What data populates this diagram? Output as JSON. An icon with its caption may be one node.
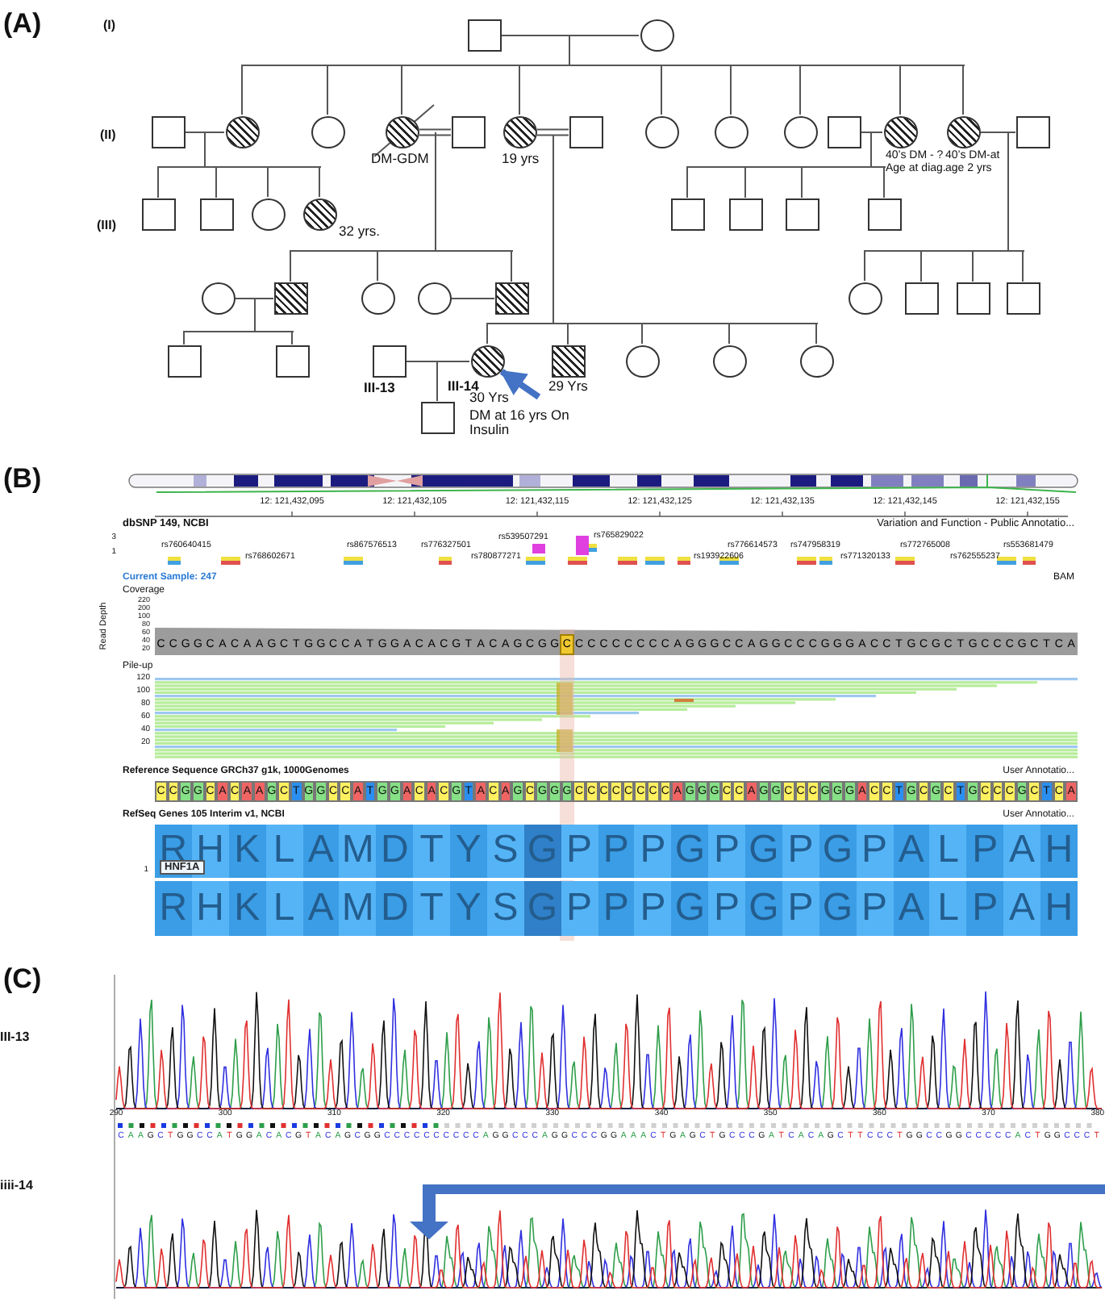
{
  "diagram": {
    "nodes": [
      {
        "text": [],
        "shape": "box"
      },
      {
        "text": [],
        "shape": "circle"
      },
      {
        "text": [],
        "shape": "box"
      },
      {
        "text": [],
        "shape": "circle"
      },
      {
        "text": [],
        "shape": "circle"
      },
      {
        "text": [],
        "shape": "circle",
        "beside": [
          "DM-GDM"
        ]
      },
      {
        "text": [],
        "shape": "box"
      },
      {
        "text": [],
        "shape": "circle",
        "beside": [
          "19 yrs"
        ]
      },
      {
        "text": [],
        "shape": "box"
      },
      {
        "text": [],
        "shape": "circle"
      },
      {
        "text": [],
        "shape": "circle"
      },
      {
        "text": [],
        "shape": "circle"
      },
      {
        "text": [],
        "shape": "box"
      },
      {
        "text": [],
        "shape": "circle",
        "beside": [
          "40’s DM - ? Age at diag."
        ]
      },
      {
        "text": [],
        "shape": "circle",
        "beside": [
          "40’s DM-at age 2 yrs"
        ]
      },
      {
        "text": [],
        "shape": "box"
      },
      {
        "text": [],
        "shape": "box"
      },
      {
        "text": [],
        "shape": "box"
      },
      {
        "text": [],
        "shape": "circle"
      },
      {
        "text": [],
        "shape": "circle",
        "beside": [
          "32 yrs."
        ]
      },
      {
        "text": [],
        "shape": "box"
      },
      {
        "text": [],
        "shape": "box"
      },
      {
        "text": [],
        "shape": "box"
      },
      {
        "text": [],
        "shape": "box"
      },
      {
        "text": [],
        "shape": "circle"
      },
      {
        "text": [],
        "shape": "box"
      },
      {
        "text": [],
        "shape": "circle"
      },
      {
        "text": [],
        "shape": "circle"
      },
      {
        "text": [],
        "shape": "box"
      },
      {
        "text": [],
        "shape": "circle"
      },
      {
        "text": [],
        "shape": "box"
      },
      {
        "text": [],
        "shape": "box"
      },
      {
        "text": [],
        "shape": "box"
      },
      {
        "text": [],
        "shape": "box"
      },
      {
        "text": [],
        "shape": "box"
      },
      {
        "text": [
          "III-13"
        ]
      },
      {
        "text": [
          "III-14"
        ],
        "beside": [
          "30 Yrs",
          "DM at 16 yrs On Insulin"
        ]
      },
      {
        "text": [],
        "shape": "box",
        "beside": [
          "29 Yrs"
        ]
      },
      {
        "text": [],
        "shape": "circle"
      },
      {
        "text": [],
        "shape": "circle"
      },
      {
        "text": [],
        "shape": "circle"
      },
      {
        "text": [],
        "shape": "box"
      },
      {
        "text": [],
        "shape": "bar"
      },
      {
        "text": [],
        "shape": "bar"
      },
      {
        "text": [],
        "shape": "bar"
      },
      {
        "text": [],
        "shape": "bar"
      },
      {
        "text": [],
        "shape": "bar"
      },
      {
        "text": [],
        "shape": "bar"
      },
      {
        "text": [],
        "shape": "bar"
      }
    ],
    "edges": [
      {
        "from": 0,
        "to": 1,
        "arrow": "none"
      },
      {
        "from": 2,
        "to": 3,
        "arrow": "none"
      },
      {
        "from": 5,
        "to": 6,
        "arrow": "none"
      },
      {
        "from": 7,
        "to": 8,
        "arrow": "none"
      },
      {
        "from": 12,
        "to": 13,
        "arrow": "none"
      },
      {
        "from": 14,
        "to": 15,
        "arrow": "none"
      },
      {
        "from": 24,
        "to": 25,
        "arrow": "none"
      },
      {
        "from": 27,
        "to": 28,
        "arrow": "none"
      },
      {
        "from": 35,
        "to": 36,
        "arrow": "none"
      },
      {
        "from": null,
        "to": 36,
        "arrow": "to",
        "style": "thick",
        "color": "#4472c4"
      },
      {
        "from": null,
        "to": 42,
        "arrow": "none"
      },
      {
        "from": 42,
        "to": 3,
        "arrow": "none"
      },
      {
        "from": 42,
        "to": 4,
        "arrow": "none"
      },
      {
        "from": 42,
        "to": 5,
        "arrow": "none"
      },
      {
        "from": 42,
        "to": 7,
        "arrow": "none"
      },
      {
        "from": 42,
        "to": 9,
        "arrow": "none"
      },
      {
        "from": 42,
        "to": 10,
        "arrow": "none"
      },
      {
        "from": 42,
        "to": 11,
        "arrow": "none"
      },
      {
        "from": 42,
        "to": 13,
        "arrow": "none"
      },
      {
        "from": 42,
        "to": 14,
        "arrow": "none"
      },
      {
        "from": null,
        "to": 43,
        "arrow": "none"
      },
      {
        "from": 43,
        "to": 16,
        "arrow": "none"
      },
      {
        "from": 43,
        "to": 17,
        "arrow": "none"
      },
      {
        "from": 43,
        "to": 18,
        "arrow": "none"
      },
      {
        "from": 43,
        "to": 19,
        "arrow": "none"
      },
      {
        "from": 5,
        "to": 44,
        "arrow": "none"
      },
      {
        "from": 44,
        "to": 25,
        "arrow": "none"
      },
      {
        "from": 44,
        "to": 26,
        "arrow": "none"
      },
      {
        "from": 44,
        "to": 28,
        "arrow": "none"
      },
      {
        "from": 8,
        "to": 45,
        "arrow": "none"
      },
      {
        "from": 45,
        "to": 36,
        "arrow": "none"
      },
      {
        "from": 45,
        "to": 37,
        "arrow": "none"
      },
      {
        "from": 45,
        "to": 38,
        "arrow": "none"
      },
      {
        "from": 45,
        "to": 39,
        "arrow": "none"
      },
      {
        "from": 45,
        "to": 40,
        "arrow": "none"
      },
      {
        "from": 12,
        "to": 46,
        "arrow": "none"
      },
      {
        "from": 46,
        "to": 20,
        "arrow": "none"
      },
      {
        "from": 46,
        "to": 21,
        "arrow": "none"
      },
      {
        "from": 46,
        "to": 22,
        "arrow": "none"
      },
      {
        "from": 46,
        "to": 23,
        "arrow": "none"
      },
      {
        "from": 15,
        "to": 47,
        "arrow": "none"
      },
      {
        "from": 47,
        "to": 29,
        "arrow": "none"
      },
      {
        "from": 47,
        "to": 30,
        "arrow": "none"
      },
      {
        "from": 47,
        "to": 31,
        "arrow": "none"
      },
      {
        "from": 47,
        "to": 32,
        "arrow": "none"
      },
      {
        "from": 25,
        "to": 48,
        "arrow": "none"
      },
      {
        "from": 48,
        "to": 33,
        "arrow": "none"
      },
      {
        "from": 48,
        "to": 34,
        "arrow": "none"
      },
      {
        "from": null,
        "to": 41,
        "arrow": "none"
      }
    ],
    "labels": [
      "(A)",
      "(I)",
      "(II)",
      "(III)",
      "(B)",
      "12: 121,432,095",
      "12: 121,432,105",
      "12: 121,432,115",
      "12: 121,432,125",
      "12: 121,432,135",
      "12: 121,432,145",
      "12: 121,432,155",
      "dbSNP 149, NCBI",
      "Variation and Function - Public Annotatio...",
      "3",
      "1",
      "rs539507291",
      "rs765829022",
      "rs760640415",
      "rs867576513",
      "rs776327501",
      "rs776614573",
      "rs747958319",
      "rs772765008",
      "rs553681479",
      "rs768602671",
      "rs780877271",
      "rs193922606",
      "rs771320133",
      "rs762555237",
      "Current Sample: 247",
      "BAM",
      "Coverage",
      "Read Depth",
      "220",
      "200",
      "100",
      "80",
      "60",
      "40",
      "20",
      "C C G G C A C A A G C T G G C C A T G G A C A C G T A C A G C G G C C C C C C C C C A G G G C C A G G C C C G G G A C C T G C G C T G C C C G C T C A",
      "Pile-up",
      "120",
      "100",
      "80",
      "60",
      "40",
      "20",
      "Reference Sequence GRCh37 g1k, 1000Genomes",
      "User Annotatio...",
      "C C G G C A C A A G C T G G C C A T G G A C A C G T A C A G C G G G C C C C C C C C A G G G C C A G G C C C G G G A C C T G C G C T G C C C G C T C A",
      "RefSeq Genes 105 Interim v1, NCBI",
      "User Annotatio...",
      "R H K L A M D T Y S G P P P G P G P G P A L P A H",
      "1",
      "HNF1A",
      "R H K L A M D T Y S G P P P G P G P G P A L P A H",
      "(C)",
      "III-13",
      "290",
      "300",
      "310",
      "320",
      "330",
      "340",
      "350",
      "360",
      "370",
      "380",
      "C A A G C T G G C C A T G G A C A C G T A C A G C G G C C C C C C C C C C A G G C C C A G G C C C G G A A A C T G A G C T G C C C G A T C A C A G C T T C C C T G G C C G G C C C C C A C T G G C C C T",
      "iiii-14"
    ]
  }
}
